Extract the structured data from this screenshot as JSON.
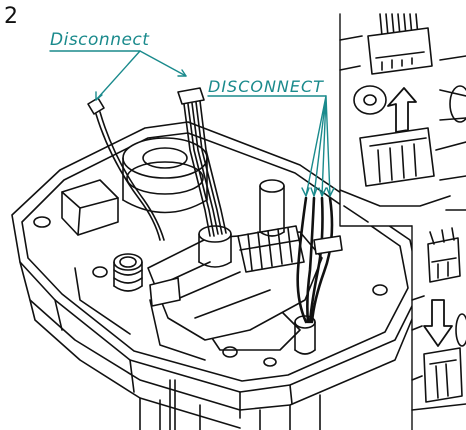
{
  "figure": {
    "step_number": "2",
    "callouts": [
      {
        "text": "Disconnect"
      },
      {
        "text": "DISCONNECT"
      }
    ]
  },
  "colors": {
    "callout": "#1a8a8c",
    "line": "#111111",
    "background": "#ffffff"
  },
  "icons": [
    "up-arrow-icon",
    "down-arrow-icon"
  ]
}
